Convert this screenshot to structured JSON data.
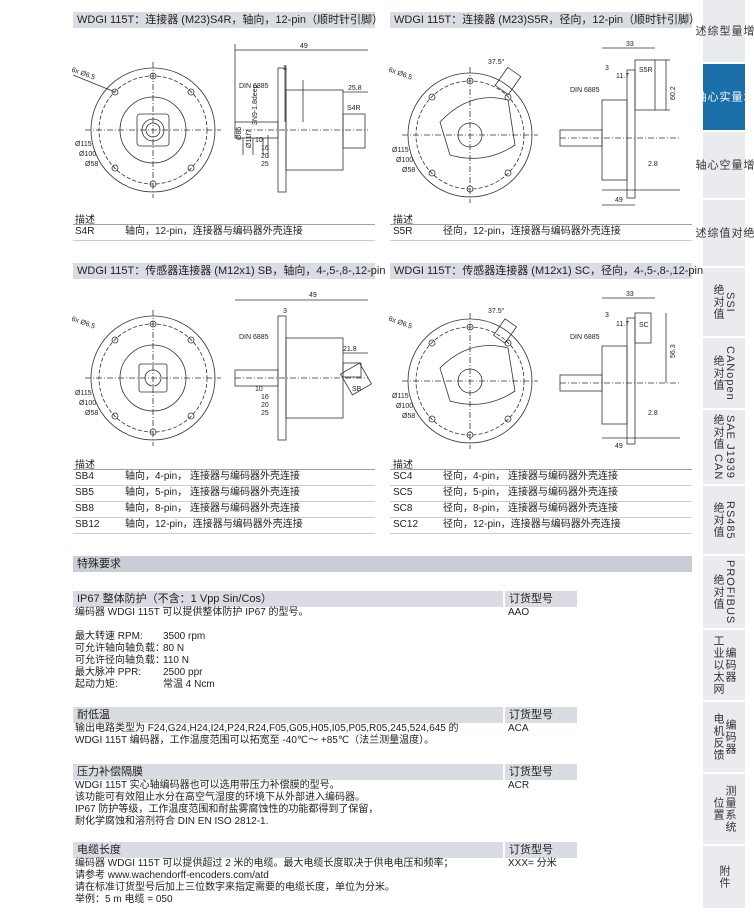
{
  "sections": {
    "s4r": {
      "title": "WDGI 115T：连接器 (M23)S4R，轴向，12-pin（顺时针引脚）",
      "desc_header": "描述",
      "rows": [
        {
          "code": "S4R",
          "text": "轴向，12-pin，连接器与编码器外壳连接"
        }
      ],
      "dims": {
        "d49": "49",
        "d258": "25.8",
        "tag": "S4R",
        "din": "DIN 6885",
        "bolt": "6x Ø6.5",
        "d115": "Ø115",
        "d100": "Ø100",
        "d58": "Ø58",
        "d85": "Ø85",
        "d11": "Ø11f7",
        "d3": "3",
        "d10": "10",
        "d16": "16",
        "d20": "20",
        "d25": "25",
        "key": "3N9-1.8deep"
      }
    },
    "s5r": {
      "title": "WDGI 115T：连接器 (M23)S5R，径向，12-pin（顺时针引脚）",
      "desc_header": "描述",
      "rows": [
        {
          "code": "S5R",
          "text": "径向，12-pin，连接器与编码器外壳连接"
        }
      ],
      "dims": {
        "d33": "33",
        "d3": "3",
        "d117": "11.7",
        "tag": "S5R",
        "d602": "60.2",
        "d28": "2.8",
        "d49": "49",
        "ang": "37.5°",
        "din": "DIN 6885"
      }
    },
    "sb": {
      "title": "WDGI 115T：传感器连接器 (M12x1) SB，轴向，4-,5-,8-,12-pin",
      "desc_header": "描述",
      "rows": [
        {
          "code": "SB4",
          "text": "轴向，4-pin，  连接器与编码器外壳连接"
        },
        {
          "code": "SB5",
          "text": "轴向，5-pin，  连接器与编码器外壳连接"
        },
        {
          "code": "SB8",
          "text": "轴向，8-pin，  连接器与编码器外壳连接"
        },
        {
          "code": "SB12",
          "text": "轴向，12-pin，连接器与编码器外壳连接"
        }
      ],
      "dims": {
        "d49": "49",
        "d218": "21.8",
        "tag": "SB"
      }
    },
    "sc": {
      "title": "WDGI 115T：传感器连接器 (M12x1) SC，径向，4-,5-,8-,12-pin",
      "desc_header": "描述",
      "rows": [
        {
          "code": "SC4",
          "text": "径向，4-pin，  连接器与编码器外壳连接"
        },
        {
          "code": "SC5",
          "text": "径向，5-pin，  连接器与编码器外壳连接"
        },
        {
          "code": "SC8",
          "text": "径向，8-pin，  连接器与编码器外壳连接"
        },
        {
          "code": "SC12",
          "text": "径向，12-pin，连接器与编码器外壳连接"
        }
      ],
      "dims": {
        "d33": "33",
        "tag": "SC",
        "d563": "56.3",
        "d28": "2.8",
        "d49": "49",
        "ang": "37.5°"
      }
    }
  },
  "special": {
    "header": "特殊要求",
    "ip67": {
      "title": "IP67  整体防护（不含：1 Vpp Sin/Cos）",
      "order_label": "订货型号",
      "order_value": "AAO",
      "text": "编码器 WDGI 115T 可以提供整体防护 IP67 的型号。",
      "specs": [
        {
          "k": "最大转速 RPM:",
          "v": "3500 rpm"
        },
        {
          "k": "可允许轴向轴负载：",
          "v": "80 N"
        },
        {
          "k": "可允许径向轴负载：",
          "v": "110 N"
        },
        {
          "k": "最大脉冲 PPR:",
          "v": "2500 ppr"
        },
        {
          "k": "起动力矩:",
          "v": "常温  4 Ncm"
        }
      ]
    },
    "cold": {
      "title": "耐低温",
      "order_label": "订货型号",
      "order_value": "ACA",
      "text": "输出电路类型为 F24,G24,H24,I24,P24,R24,F05,G05,H05,I05,P05,R05,245,524,645 的\nWDGI 115T 编码器，工作温度范围可以拓宽至 -40℃～ +85℃（法兰测量温度）。"
    },
    "pressure": {
      "title": "压力补偿隔膜",
      "order_label": "订货型号",
      "order_value": "ACR",
      "text": "WDGI 115T 实心轴编码器也可以选用带压力补偿膜的型号。\n该功能可有效阻止水分在高空气湿度的环境下从外部进入编码器。\nIP67 防护等级，工作温度范围和耐盐雾腐蚀性的功能都得到了保留，\n耐化学腐蚀和溶剂符合 DIN EN ISO 2812-1."
    },
    "cable": {
      "title": "电缆长度",
      "order_label": "订货型号",
      "order_value": "XXX= 分米",
      "text": "编码器 WDGI 115T 可以提供超过 2 米的电缆。最大电缆长度取决于供电电压和频率；\n请参考 www.wachendorff-encoders.com/atd\n请在标准订货型号后加上三位数字来指定需要的电缆长度，单位为分米。\n举例：5 m 电缆 = 050"
    }
  },
  "sidebar": [
    {
      "label": "增\n量\n型\n综\n述",
      "active": false
    },
    {
      "label": "增\n量\n实\n心\n轴",
      "active": true
    },
    {
      "label": "增\n量\n空\n心\n轴",
      "active": false
    },
    {
      "label": "绝\n对\n值\n综\n述",
      "active": false
    },
    {
      "label": "SSI\n绝对值",
      "active": false
    },
    {
      "label": "CANopen\n绝对值",
      "active": false
    },
    {
      "label": "SAE J1939\n绝对值 CAN",
      "active": false
    },
    {
      "label": "RS485\n绝对值",
      "active": false
    },
    {
      "label": "PROFIBUS\n绝对值",
      "active": false
    },
    {
      "label": "编码器\n工业以太网",
      "active": false
    },
    {
      "label": "编码器\n电机反馈",
      "active": false
    },
    {
      "label": "测量系统\n位置",
      "active": false
    },
    {
      "label": "附件",
      "active": false
    }
  ]
}
